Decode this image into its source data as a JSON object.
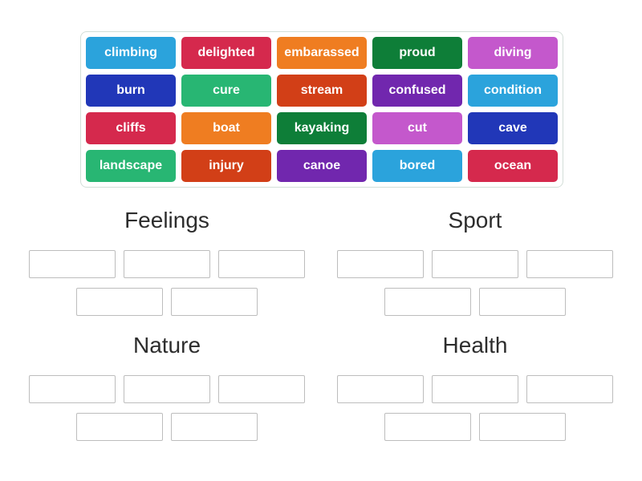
{
  "word_bank": {
    "tiles": [
      {
        "label": "climbing",
        "color": "#2ba3dc"
      },
      {
        "label": "delighted",
        "color": "#d5294d"
      },
      {
        "label": "embarassed",
        "color": "#ef7d21"
      },
      {
        "label": "proud",
        "color": "#0e7e38"
      },
      {
        "label": "diving",
        "color": "#c458cc"
      },
      {
        "label": "burn",
        "color": "#2137b8"
      },
      {
        "label": "cure",
        "color": "#28b673"
      },
      {
        "label": "stream",
        "color": "#d23f17"
      },
      {
        "label": "confused",
        "color": "#7127ae"
      },
      {
        "label": "condition",
        "color": "#2ba3dc"
      },
      {
        "label": "cliffs",
        "color": "#d5294d"
      },
      {
        "label": "boat",
        "color": "#ef7d21"
      },
      {
        "label": "kayaking",
        "color": "#0e7e38"
      },
      {
        "label": "cut",
        "color": "#c458cc"
      },
      {
        "label": "cave",
        "color": "#2137b8"
      },
      {
        "label": "landscape",
        "color": "#28b673"
      },
      {
        "label": "injury",
        "color": "#d23f17"
      },
      {
        "label": "canoe",
        "color": "#7127ae"
      },
      {
        "label": "bored",
        "color": "#2ba3dc"
      },
      {
        "label": "ocean",
        "color": "#d5294d"
      }
    ]
  },
  "groups": [
    {
      "title": "Feelings",
      "slots": 5
    },
    {
      "title": "Sport",
      "slots": 5
    },
    {
      "title": "Nature",
      "slots": 5
    },
    {
      "title": "Health",
      "slots": 5
    }
  ],
  "colors": {
    "header_text": "#2d2d2d",
    "slot_border": "#bdbdbd",
    "bank_border": "#d3ded8",
    "tile_text": "#ffffff"
  }
}
